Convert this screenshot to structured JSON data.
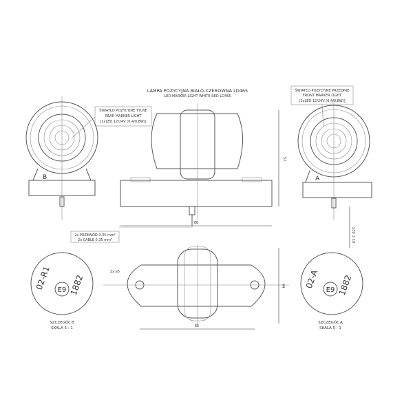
{
  "title": {
    "pl": "LAMPA POZYCYJNA BIAŁO-CZEROWNA LD465",
    "en": "LED MARKER LIGHT WHITE-RED LD465"
  },
  "rear_label": {
    "line1": "ŚWIATŁO POZYCYJNE TYLNE",
    "line2": "REAR MARKER LIGHT",
    "line3": "[1xLED 12/24V (0,4/0,8W)]"
  },
  "front_label": {
    "line1": "ŚWIATŁO POZYCYJNE PRZEDNIE",
    "line2": "FRONT MARKER LIGHT",
    "line3": "[1xLED 12/24V (0,4/0,8W)]"
  },
  "cable_label": {
    "line1": "2x PRZEWÓD 0,35 mm²",
    "line2": "2x CABLE 0,35 mm²"
  },
  "view_letters": {
    "b": "B",
    "a": "A"
  },
  "dimensions": {
    "height": "52",
    "width": "86",
    "cable_length": "230 ± 10",
    "hole": "2x ⌀5",
    "depth": "44",
    "hole_spacing": "65"
  },
  "detail_b": {
    "code": "02-R1",
    "mark": "E9",
    "number": "1882",
    "caption": "SZCZEGÓŁ B",
    "scale": "SKALA 5 : 1"
  },
  "detail_a": {
    "code": "02-A",
    "mark": "E9",
    "number": "1882",
    "caption": "SZCZEGÓŁ A",
    "scale": "SKALA 5 : 1"
  }
}
